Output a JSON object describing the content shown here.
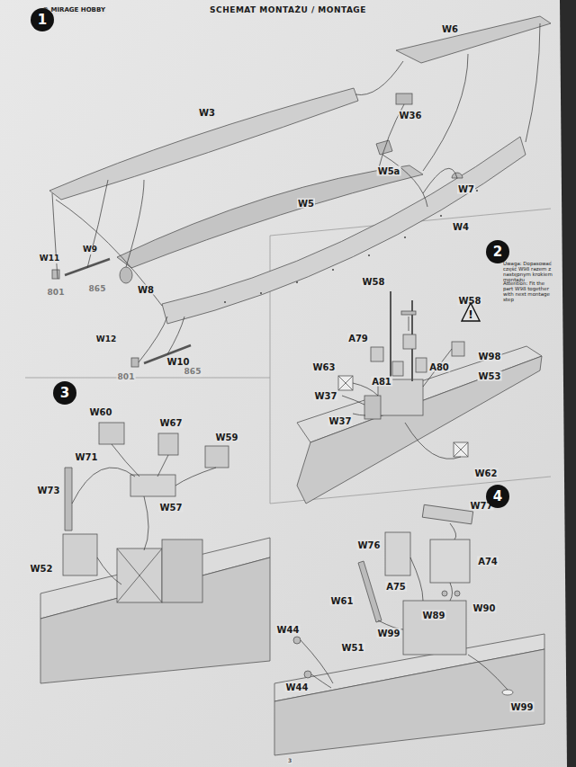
{
  "diagram": {
    "title": "SCHEMAT MONTAŻU / MONTAGE",
    "nodes": [
      {
        "text": [
          "1"
        ]
      },
      {
        "text": [
          "2"
        ]
      },
      {
        "text": [
          "!"
        ]
      },
      {
        "text": [
          "3"
        ]
      },
      {
        "text": [
          "4"
        ]
      }
    ],
    "labels": [
      "© MIRAGE HOBBY",
      "W6",
      "W36",
      "W3",
      "W5a",
      "W7",
      "W5",
      "W4",
      "W11",
      "W9",
      "W8",
      "801",
      "865",
      "W12",
      "W10",
      "801",
      "865",
      "W58",
      "W58",
      "Uwaga: Dopasować część W98 razem z następnym krokiem montażu",
      "Attention: Fit the part W98 together with next montage step",
      "A79",
      "W98",
      "W63",
      "W53",
      "A81",
      "A80",
      "W37",
      "W37",
      "W62",
      "W60",
      "W67",
      "W59",
      "W71",
      "W57",
      "W73",
      "W52",
      "W77",
      "W76",
      "A74",
      "A75",
      "W61",
      "W89",
      "W90",
      "W99",
      "W44",
      "W51",
      "W44",
      "W99",
      "3"
    ]
  }
}
